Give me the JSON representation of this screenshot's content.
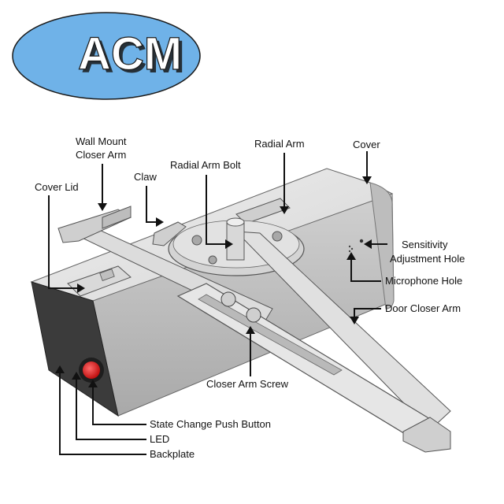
{
  "logo": {
    "text": "ACM",
    "oval_color": "#6fb2e8",
    "text_fill": "#ffffff",
    "text_outline": "#111111"
  },
  "colors": {
    "body_light": "#e4e4e4",
    "body_mid": "#c8c8c8",
    "body_dark": "#8a8a8a",
    "backplate": "#3b3b3b",
    "button_red": "#e02020",
    "arm": "#d7d7d7"
  },
  "labels": {
    "wall_mount_closer_arm_line1": "Wall Mount",
    "wall_mount_closer_arm_line2": "Closer Arm",
    "radial_arm": "Radial Arm",
    "cover": "Cover",
    "claw": "Claw",
    "radial_arm_bolt": "Radial Arm Bolt",
    "cover_lid": "Cover Lid",
    "sensitivity_line1": "Sensitivity",
    "sensitivity_line2": "Adjustment Hole",
    "microphone_hole": "Microphone Hole",
    "door_closer_arm": "Door Closer Arm",
    "closer_arm_screw": "Closer Arm Screw",
    "state_change_push_button": "State Change Push Button",
    "led": "LED",
    "backplate": "Backplate"
  }
}
